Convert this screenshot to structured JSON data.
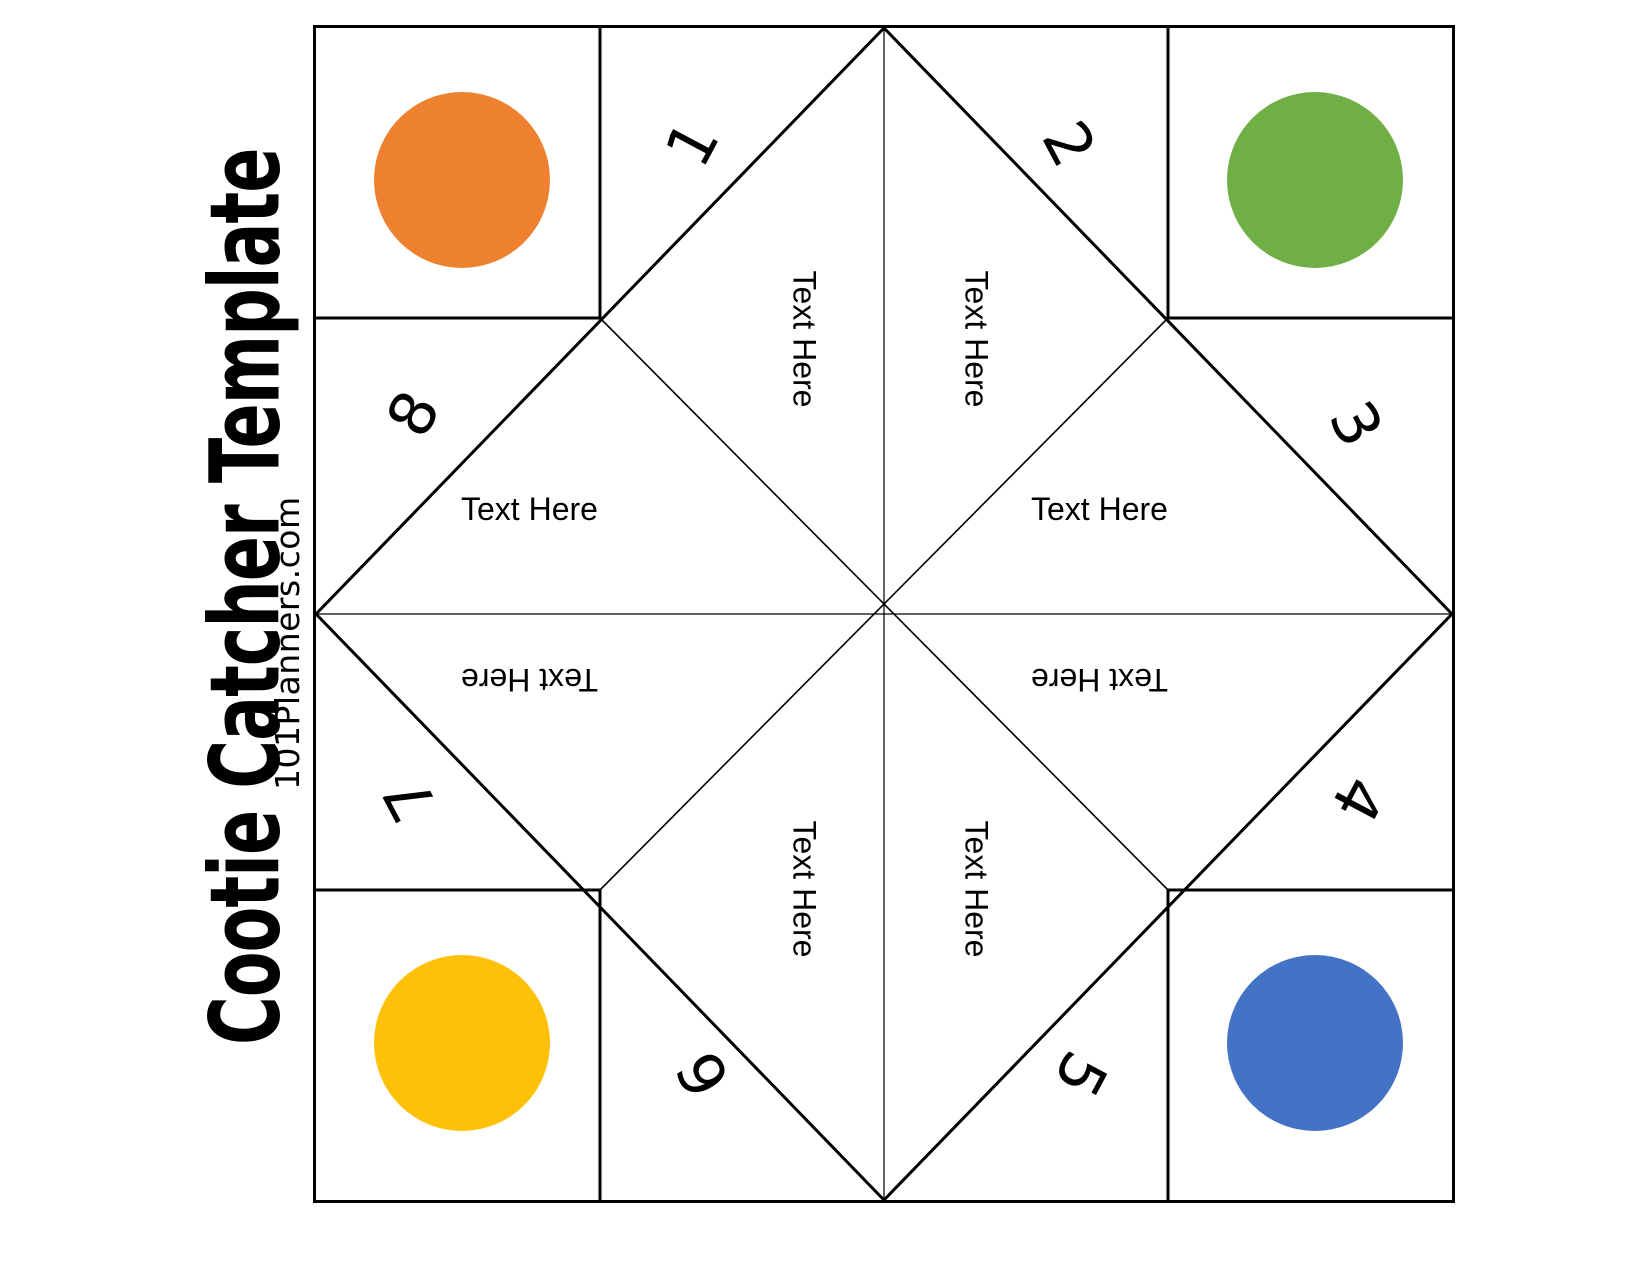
{
  "page": {
    "title": "Cootie Catcher Template",
    "credit": "101Planners.com",
    "background": "#ffffff",
    "line_color": "#000000"
  },
  "template": {
    "shape": "square-sheet-with-central-diamond",
    "outer_border_color": "#000000",
    "corners": [
      {
        "name": "top-left",
        "position": "tl",
        "icon": "filled-circle",
        "color": "#ED8130",
        "color_name": "orange"
      },
      {
        "name": "top-right",
        "position": "tr",
        "icon": "filled-circle",
        "color": "#6FAF46",
        "color_name": "green"
      },
      {
        "name": "bottom-left",
        "position": "bl",
        "icon": "filled-circle",
        "color": "#FFC107",
        "color_name": "yellow"
      },
      {
        "name": "bottom-right",
        "position": "br",
        "icon": "filled-circle",
        "color": "#4472C4",
        "color_name": "blue"
      }
    ],
    "numbers": [
      {
        "id": "num-1",
        "label": "1",
        "rotation_deg": -62
      },
      {
        "id": "num-2",
        "label": "2",
        "rotation_deg": 62
      },
      {
        "id": "num-3",
        "label": "3",
        "rotation_deg": 62
      },
      {
        "id": "num-4",
        "label": "4",
        "rotation_deg": 118
      },
      {
        "id": "num-5",
        "label": "5",
        "rotation_deg": 118
      },
      {
        "id": "num-6",
        "label": "6",
        "rotation_deg": -118
      },
      {
        "id": "num-7",
        "label": "7",
        "rotation_deg": -118
      },
      {
        "id": "num-8",
        "label": "8",
        "rotation_deg": -62
      }
    ],
    "text_slots": [
      {
        "id": "th-1",
        "label": "Text Here",
        "rotation_deg": 90,
        "region": "top-left-inner"
      },
      {
        "id": "th-2",
        "label": "Text Here",
        "rotation_deg": 90,
        "region": "top-right-inner"
      },
      {
        "id": "th-8",
        "label": "Text Here",
        "rotation_deg": 0,
        "region": "left-upper-inner"
      },
      {
        "id": "th-3",
        "label": "Text Here",
        "rotation_deg": 0,
        "region": "right-upper-inner"
      },
      {
        "id": "th-7",
        "label": "Text Here",
        "rotation_deg": 180,
        "region": "left-lower-inner"
      },
      {
        "id": "th-4",
        "label": "Text Here",
        "rotation_deg": 180,
        "region": "right-lower-inner"
      },
      {
        "id": "th-6",
        "label": "Text Here",
        "rotation_deg": 90,
        "region": "bottom-left-inner"
      },
      {
        "id": "th-5",
        "label": "Text Here",
        "rotation_deg": 90,
        "region": "bottom-right-inner"
      }
    ]
  }
}
